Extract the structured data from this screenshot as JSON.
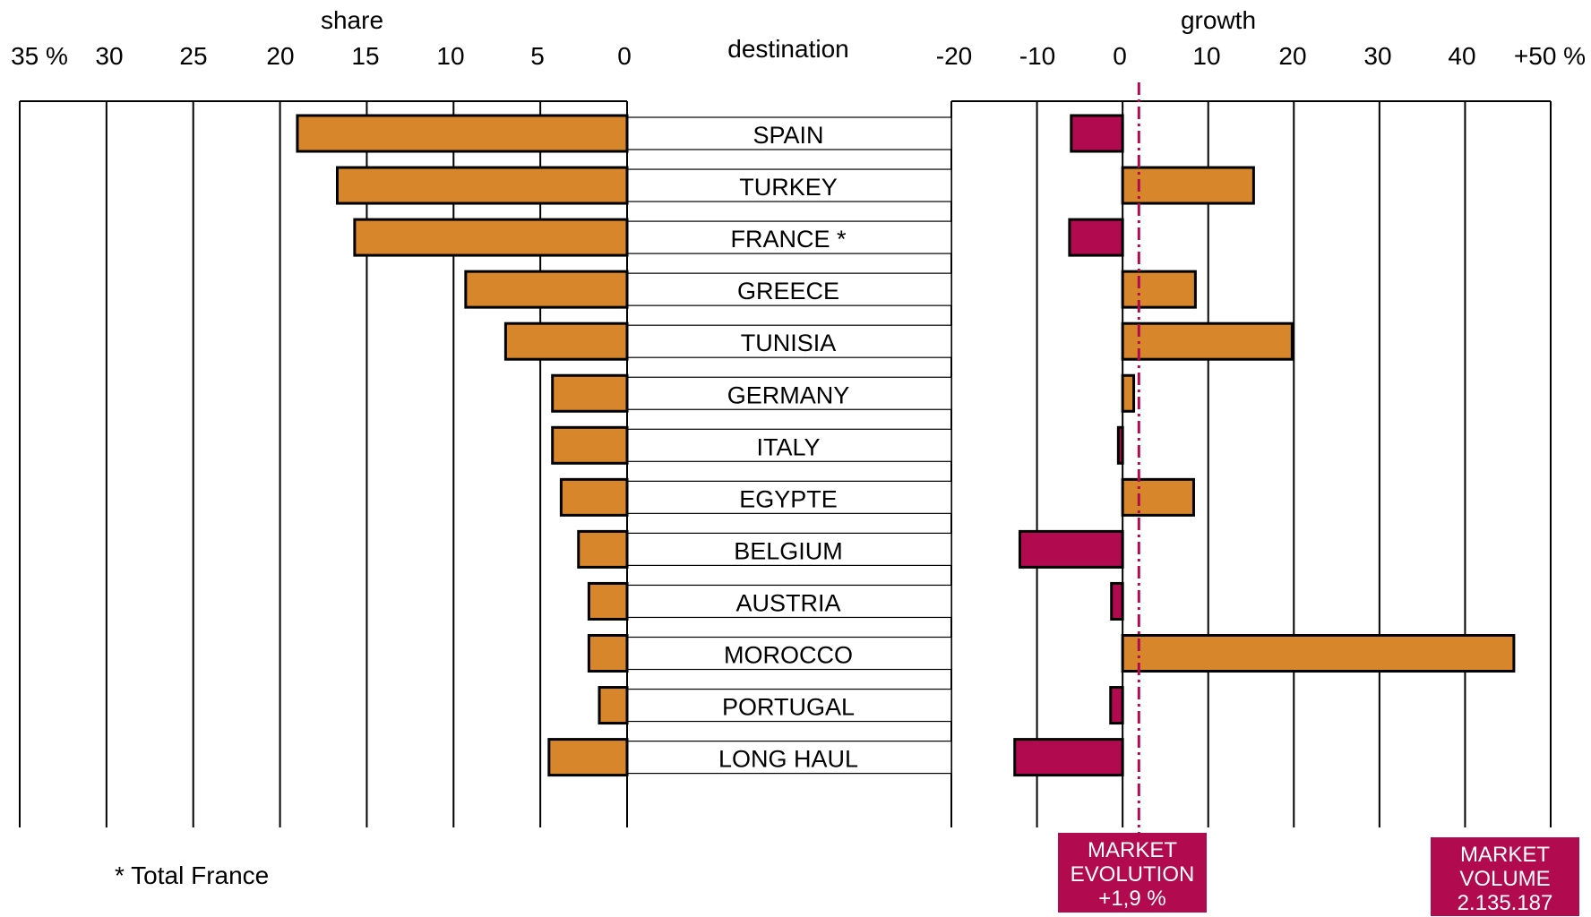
{
  "chart_data": {
    "type": "bar",
    "categories": [
      "SPAIN",
      "TURKEY",
      "FRANCE *",
      "GREECE",
      "TUNISIA",
      "GERMANY",
      "ITALY",
      "EGYPTE",
      "BELGIUM",
      "AUSTRIA",
      "MOROCCO",
      "PORTUGAL",
      "LONG HAUL"
    ],
    "category_header": "destination",
    "series": [
      {
        "name": "share",
        "values": [
          19.0,
          16.7,
          15.7,
          9.3,
          7.0,
          4.3,
          4.3,
          3.8,
          2.8,
          2.2,
          2.2,
          1.6,
          4.5
        ],
        "tick_labels": [
          "35 %",
          "30",
          "25",
          "20",
          "15",
          "10",
          "5",
          "0"
        ],
        "xlim": [
          35,
          0
        ]
      },
      {
        "name": "growth",
        "values": [
          -6.0,
          15.3,
          -6.2,
          8.5,
          19.8,
          1.3,
          -0.5,
          8.3,
          -12.0,
          -1.3,
          45.7,
          -1.4,
          -12.6
        ],
        "tick_labels": [
          "-20",
          "-10",
          "0",
          "10",
          "20",
          "30",
          "40",
          "+50 %"
        ],
        "xlim": [
          -20,
          50
        ]
      }
    ],
    "reference_line": {
      "series": "growth",
      "value": 1.9
    },
    "colors": {
      "positive": "#d8862b",
      "negative": "#b10a4f",
      "badge": "#b10a4f"
    },
    "grid": true
  },
  "footnote": "* Total France",
  "market_evolution": [
    "MARKET",
    "EVOLUTION",
    "+1,9 %"
  ],
  "market_volume": [
    "MARKET",
    "VOLUME",
    "2.135.187"
  ]
}
